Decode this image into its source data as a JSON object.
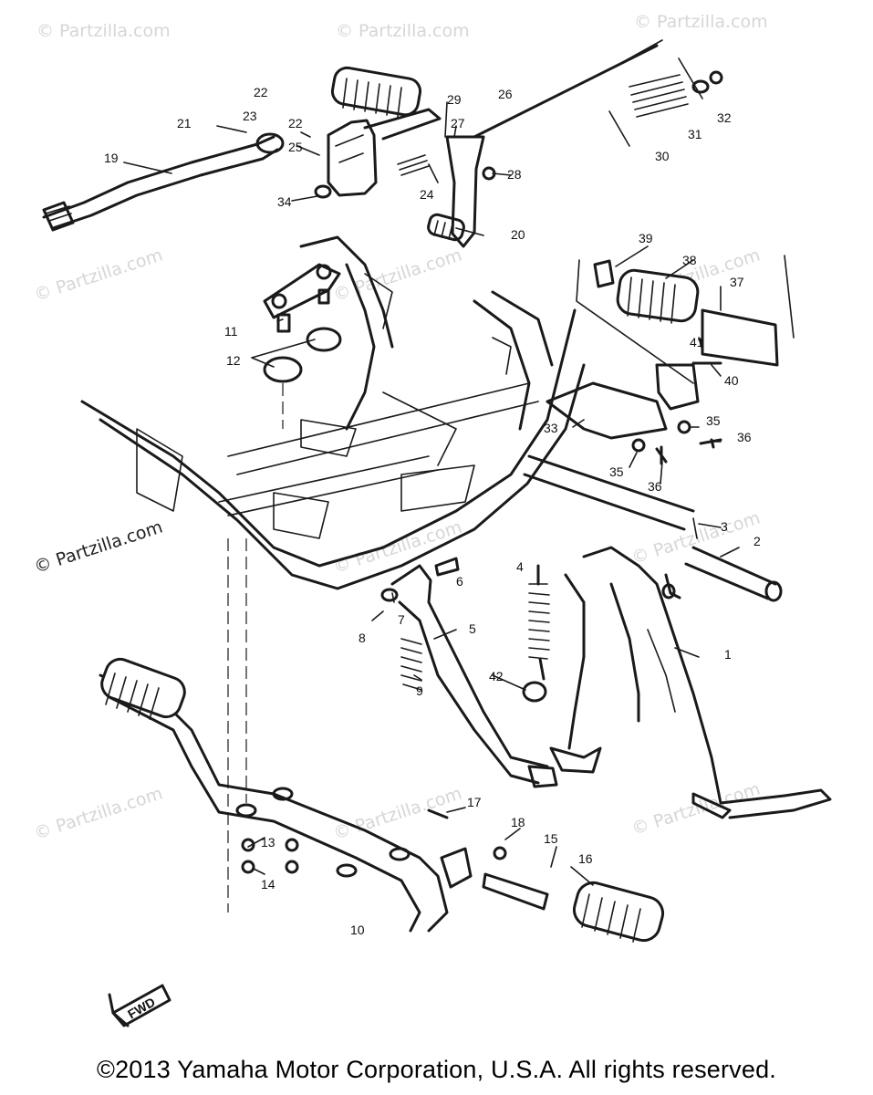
{
  "watermark": "© Partzilla.com",
  "copyright": "©2013 Yamaha Motor Corporation, U.S.A. All rights reserved.",
  "fwd_label": "FWD",
  "callouts": [
    "1",
    "2",
    "3",
    "4",
    "5",
    "6",
    "7",
    "8",
    "9",
    "10",
    "11",
    "12",
    "13",
    "14",
    "15",
    "16",
    "17",
    "18",
    "19",
    "20",
    "21",
    "22",
    "22",
    "23",
    "24",
    "25",
    "26",
    "27",
    "28",
    "29",
    "30",
    "31",
    "32",
    "33",
    "34",
    "35",
    "35",
    "36",
    "36",
    "37",
    "38",
    "39",
    "40",
    "41",
    "42"
  ]
}
